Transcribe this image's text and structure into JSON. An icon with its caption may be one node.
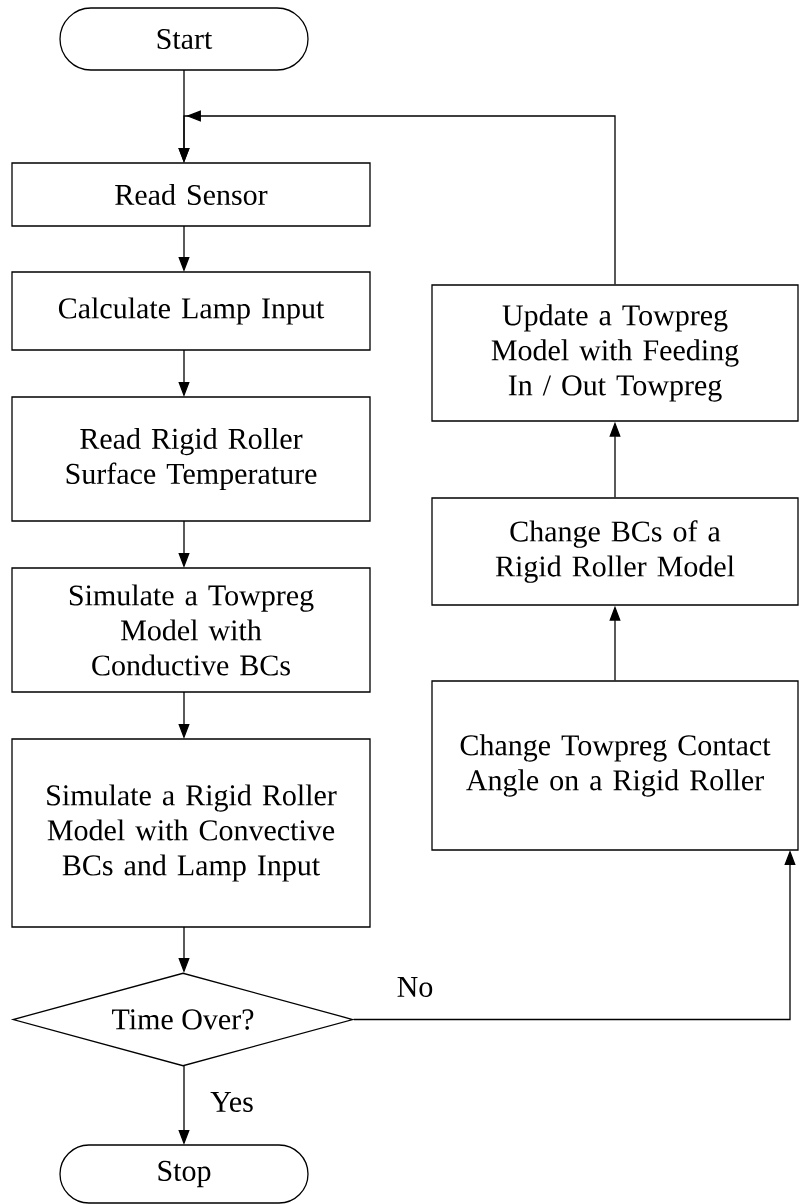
{
  "diagram": {
    "nodes": [
      {
        "text": [
          "Start"
        ]
      },
      {
        "text": [
          "Read Sensor"
        ]
      },
      {
        "text": [
          "Calculate Lamp Input"
        ]
      },
      {
        "text": [
          "Read Rigid Roller Surface Temperature"
        ]
      },
      {
        "text": [
          "Simulate a Towpreg Model with Conductive BCs"
        ]
      },
      {
        "text": [
          "Simulate a Rigid Roller Model with Convective BCs and Lamp Input"
        ]
      },
      {
        "text": [
          "Time Over?"
        ]
      },
      {
        "text": [
          "Stop"
        ]
      },
      {
        "text": [
          "Change Towpreg Contact Angle on a Rigid Roller"
        ]
      },
      {
        "text": [
          "Change BCs of a Rigid Roller Model"
        ]
      },
      {
        "text": [
          "Update a Towpreg Model with Feeding In / Out Towpreg"
        ]
      }
    ],
    "edges": [
      {
        "from": 0,
        "to": 1,
        "arrow": "to"
      },
      {
        "from": 1,
        "to": 2,
        "arrow": "to"
      },
      {
        "from": 2,
        "to": 3,
        "arrow": "to"
      },
      {
        "from": 3,
        "to": 4,
        "arrow": "to"
      },
      {
        "from": 4,
        "to": 5,
        "arrow": "to"
      },
      {
        "from": 5,
        "to": 6,
        "arrow": "to"
      },
      {
        "from": 6,
        "to": 7,
        "arrow": "to",
        "label": "Yes"
      },
      {
        "from": 6,
        "to": 8,
        "arrow": "to",
        "label": "No"
      },
      {
        "from": 8,
        "to": 9,
        "arrow": "to"
      },
      {
        "from": 9,
        "to": 10,
        "arrow": "to"
      },
      {
        "from": 10,
        "to": 1,
        "arrow": "to"
      }
    ]
  }
}
